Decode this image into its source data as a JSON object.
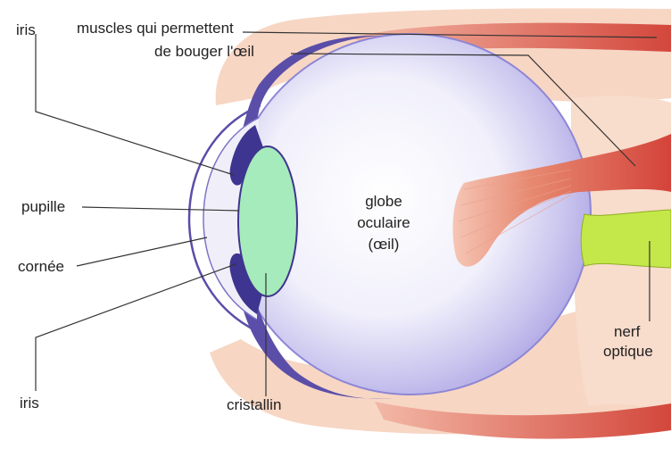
{
  "labels": {
    "iris_top": "iris",
    "muscles_line1": "muscles qui permettent",
    "muscles_line2": "de bouger l'œil",
    "pupille": "pupille",
    "cornee": "cornée",
    "iris_bottom": "iris",
    "cristallin": "cristallin",
    "globe_line1": "globe",
    "globe_line2": "oculaire",
    "globe_line3": "(œil)",
    "nerf_line1": "nerf",
    "nerf_line2": "optique"
  },
  "colors": {
    "skin": "#f7d2be",
    "muscle": "#d8473a",
    "muscle_light": "#f2a08c",
    "eyeball": "#e9e8f7",
    "eyeball_edge": "#b5b0e6",
    "iris_sclera": "#5a4ea8",
    "lens": "#a6ebbb",
    "nerve": "#c4e84a",
    "leader": "#333333"
  }
}
